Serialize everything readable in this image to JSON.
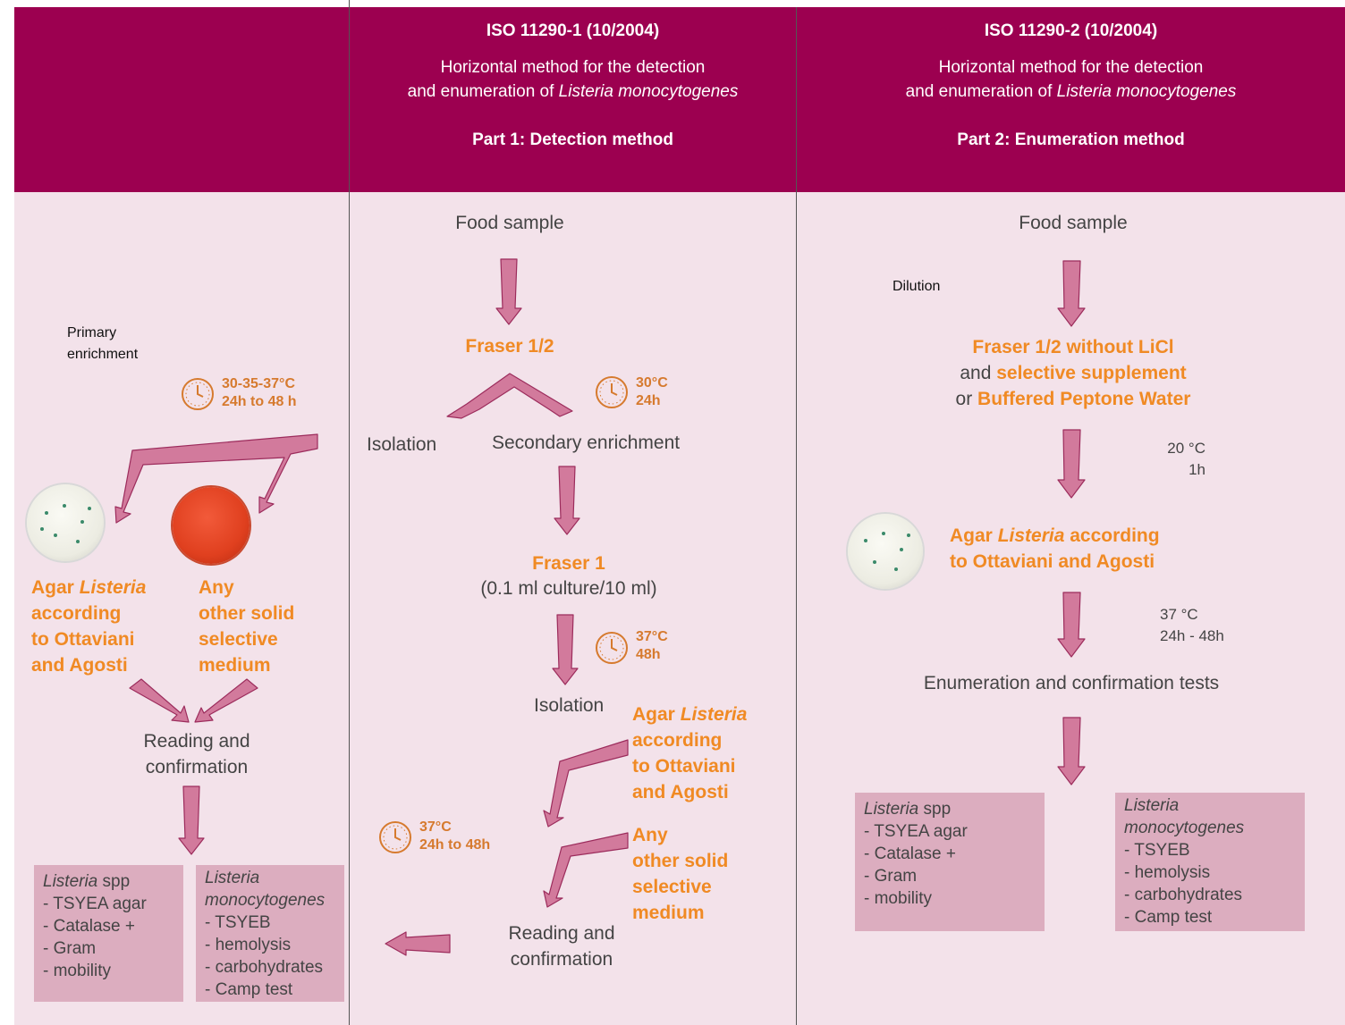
{
  "columns": [
    {
      "title": "ISO 11290-1 (10/2004)",
      "subtitle_line1": "Horizontal method for the detection",
      "subtitle_line2_pre": "and enumeration of ",
      "subtitle_line2_italic": "Listeria monocytogenes",
      "part": "Part 1: Detection method"
    },
    {
      "title": "ISO 11290-2 (10/2004)",
      "subtitle_line1": "Horizontal method for the detection",
      "subtitle_line2_pre": "and enumeration of ",
      "subtitle_line2_italic": "Listeria monocytogenes",
      "part": "Part 2: Enumeration method"
    }
  ],
  "left": {
    "primary_enrichment_1": "Primary",
    "primary_enrichment_2": "enrichment",
    "temp_1": "30-35-37°C",
    "temp_2": "24h to 48 h",
    "agar_1_pre": "Agar ",
    "agar_1_italic": "Listeria",
    "agar_2": "according",
    "agar_3": "to Ottaviani",
    "agar_4": "and Agosti",
    "any_1": "Any",
    "any_2": "other solid",
    "any_3": "selective",
    "any_4": "medium",
    "reading_1": "Reading and",
    "reading_2": "confirmation",
    "box_spp": {
      "italic": "Listeria",
      "rest": " spp",
      "items": [
        "- TSYEA agar",
        "- Catalase +",
        "- Gram",
        "- mobility"
      ]
    },
    "box_mono": {
      "italic_1": "Listeria",
      "italic_2": "monocytogenes",
      "items": [
        "- TSYEB",
        "- hemolysis",
        "- carbohydrates",
        "- Camp test"
      ]
    }
  },
  "middle": {
    "food_sample": "Food sample",
    "fraser_half": "Fraser 1/2",
    "temp1_1": "30°C",
    "temp1_2": "24h",
    "isolation_1": "Isolation",
    "secondary": "Secondary enrichment",
    "fraser_1": "Fraser 1",
    "fraser_1_note": "(0.1 ml culture/10 ml)",
    "temp2_1": "37°C",
    "temp2_2": "48h",
    "isolation_2": "Isolation",
    "agar_1_pre": "Agar ",
    "agar_1_italic": "Listeria",
    "agar_2": "according",
    "agar_3": "to Ottaviani",
    "agar_4": "and Agosti",
    "any_1": "Any",
    "any_2": "other solid",
    "any_3": "selective",
    "any_4": "medium",
    "temp3_1": "37°C",
    "temp3_2": "24h to 48h",
    "reading_1": "Reading and",
    "reading_2": "confirmation"
  },
  "right": {
    "food_sample": "Food sample",
    "dilution": "Dilution",
    "fraser_line1": "Fraser 1/2 without LiCl",
    "line2_pre": "and ",
    "line2_orange": "selective supplement",
    "line3_pre": "or ",
    "line3_orange": "Buffered Peptone Water",
    "temp1_1": "20 °C",
    "temp1_2": "1h",
    "agar_1_pre": "Agar ",
    "agar_1_italic": "Listeria",
    "agar_1_post": " according",
    "agar_2": "to Ottaviani and Agosti",
    "temp2_1": "37 °C",
    "temp2_2": "24h - 48h",
    "enumeration": "Enumeration and confirmation tests",
    "box_spp": {
      "italic": "Listeria",
      "rest": " spp",
      "items": [
        "- TSYEA agar",
        "- Catalase +",
        "- Gram",
        "- mobility"
      ]
    },
    "box_mono": {
      "italic_1": "Listeria",
      "italic_2": "monocytogenes",
      "items": [
        "- TSYEB",
        "- hemolysis",
        "- carbohydrates",
        "- Camp test"
      ]
    }
  },
  "colors": {
    "header": "#9c0050",
    "body": "#f3e2ea",
    "arrow_fill": "#d27a9c",
    "arrow_stroke": "#9c2c5c",
    "orange": "#f08a24",
    "box": "#dcadbf"
  }
}
